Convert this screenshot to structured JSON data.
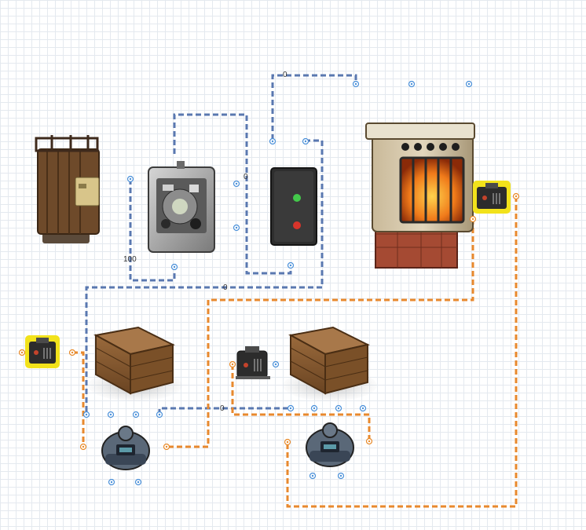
{
  "wire_labels": {
    "top_route": "0",
    "switch_feed": "0",
    "battery_out": "100",
    "mid_route": "0",
    "bottom_route": "0"
  },
  "components": [
    {
      "name": "large-battery",
      "icon": "battery-icon"
    },
    {
      "name": "electrical-branch",
      "icon": "branch-box-icon"
    },
    {
      "name": "switch",
      "icon": "switch-icon"
    },
    {
      "name": "electric-furnace",
      "icon": "furnace-icon"
    },
    {
      "name": "splitter-left",
      "icon": "splitter-icon",
      "selected": true
    },
    {
      "name": "splitter-right",
      "icon": "splitter-icon",
      "selected": true
    },
    {
      "name": "splitter-mid",
      "icon": "splitter-icon"
    },
    {
      "name": "wood-box-left",
      "icon": "wooden-box-icon"
    },
    {
      "name": "wood-box-right",
      "icon": "wooden-box-icon"
    },
    {
      "name": "water-pump-left",
      "icon": "pump-icon"
    },
    {
      "name": "water-pump-right",
      "icon": "pump-icon"
    }
  ],
  "colors": {
    "electric_wire": "#5a78b0",
    "water_pipe": "#e8892e",
    "selection": "#f2e21b",
    "grid": "#e4e9ef"
  }
}
